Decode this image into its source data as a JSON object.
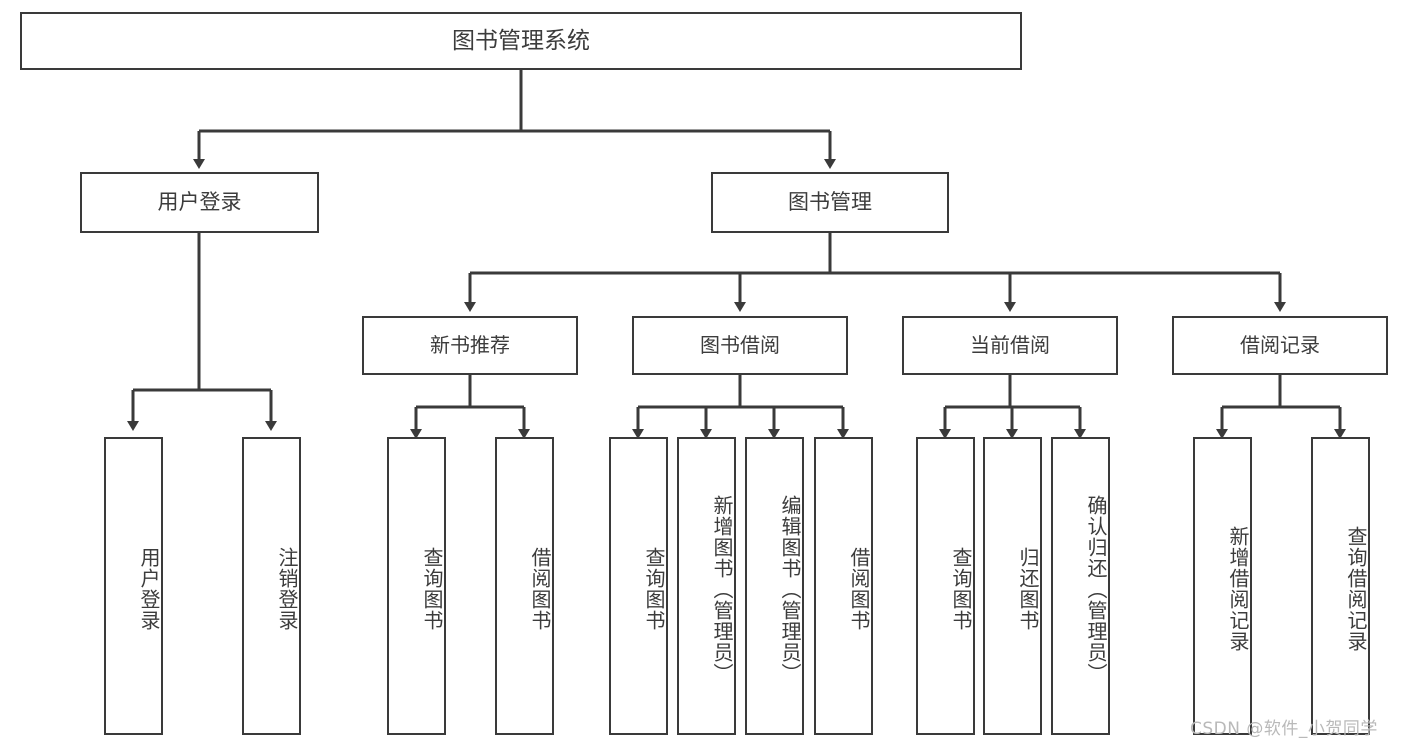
{
  "diagram": {
    "type": "tree",
    "title": "图书管理系统",
    "root": {
      "id": "root",
      "label": "图书管理系统"
    },
    "level1": [
      {
        "id": "user-login",
        "label": "用户登录"
      },
      {
        "id": "book-management",
        "label": "图书管理"
      }
    ],
    "level2": [
      {
        "id": "new-book-recommend",
        "label": "新书推荐",
        "parent": "book-management"
      },
      {
        "id": "book-borrow",
        "label": "图书借阅",
        "parent": "book-management"
      },
      {
        "id": "current-borrow",
        "label": "当前借阅",
        "parent": "book-management"
      },
      {
        "id": "borrow-record",
        "label": "借阅记录",
        "parent": "book-management"
      }
    ],
    "leaves": [
      {
        "id": "leaf-user-login",
        "label": "用户登录",
        "parent": "user-login"
      },
      {
        "id": "leaf-logout",
        "label": "注销登录",
        "parent": "user-login"
      },
      {
        "id": "leaf-query-book-1",
        "label": "查询图书",
        "parent": "new-book-recommend"
      },
      {
        "id": "leaf-borrow-book-1",
        "label": "借阅图书",
        "parent": "new-book-recommend"
      },
      {
        "id": "leaf-query-book-2",
        "label": "查询图书",
        "parent": "book-borrow"
      },
      {
        "id": "leaf-add-book",
        "label": "新增图书（管理员）",
        "parent": "book-borrow"
      },
      {
        "id": "leaf-edit-book",
        "label": "编辑图书（管理员）",
        "parent": "book-borrow"
      },
      {
        "id": "leaf-borrow-book-2",
        "label": "借阅图书",
        "parent": "book-borrow"
      },
      {
        "id": "leaf-query-book-3",
        "label": "查询图书",
        "parent": "current-borrow"
      },
      {
        "id": "leaf-return-book",
        "label": "归还图书",
        "parent": "current-borrow"
      },
      {
        "id": "leaf-confirm-return",
        "label": "确认归还（管理员）",
        "parent": "current-borrow"
      },
      {
        "id": "leaf-add-record",
        "label": "新增借阅记录",
        "parent": "borrow-record"
      },
      {
        "id": "leaf-query-record",
        "label": "查询借阅记录",
        "parent": "borrow-record"
      }
    ],
    "colors": {
      "border": "#3a3a3a",
      "text": "#3c3c3c",
      "background": "#ffffff",
      "connector": "#3a3a3a",
      "watermark": "#b9b9b9"
    }
  },
  "watermark": {
    "text": "CSDN @软件_小贺同学"
  }
}
